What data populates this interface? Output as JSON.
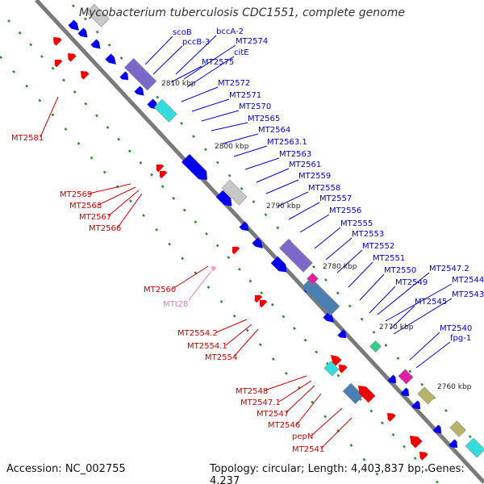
{
  "title": "Mycobacterium tuberculosis CDC1551, complete genome",
  "footer": {
    "accession": "Accession: NC_002755",
    "stats": "Topology: circular; Length: 4,403,837 bp; Genes: 4,237"
  },
  "colors": {
    "backbone": "#7a7a7a",
    "plus_strand": "#0000ee",
    "minus_strand": "#ee0000",
    "trna": "#f4a0c0",
    "tick": "#2e8b2e",
    "label_plus": "#0000cc",
    "label_minus": "#cc0000",
    "label_trna": "#e87fa8",
    "purple": "#7b68c8",
    "cyan": "#33dddd",
    "steel": "#4a7fb0",
    "gray": "#c8c8c8",
    "olive": "#b5b56a",
    "magenta": "#e020a0",
    "green": "#33cc88"
  },
  "scale_marks": [
    "2810 kbp",
    "2800 kbp",
    "2790 kbp",
    "2780 kbp",
    "2770 kbp",
    "2760 kbp"
  ],
  "labels_plus": [
    "scoB",
    "pccB-3",
    "bccA-2",
    "MT2574",
    "citE",
    "MT2575",
    "MT2572",
    "MT2571",
    "MT2570",
    "MT2565",
    "MT2564",
    "MT2563.1",
    "MT2563",
    "MT2561",
    "MT2559",
    "MT2558",
    "MT2557",
    "MT2556",
    "MT2555",
    "MT2553",
    "MT2552",
    "MT2551",
    "MT2550",
    "MT2549",
    "MT2547.2",
    "MT2544",
    "MT2545",
    "MT2543",
    "MT2540",
    "fpg-1"
  ],
  "labels_minus": [
    "MT2581",
    "MT2569",
    "MT2568",
    "MT2567",
    "MT2566",
    "MT2560",
    "MT2554.2",
    "MT2554.1",
    "MT2554",
    "MT2548",
    "MT2547.1",
    "MT2547",
    "MT2546",
    "pepN",
    "MT2541"
  ],
  "labels_trna": [
    "MTt28"
  ]
}
